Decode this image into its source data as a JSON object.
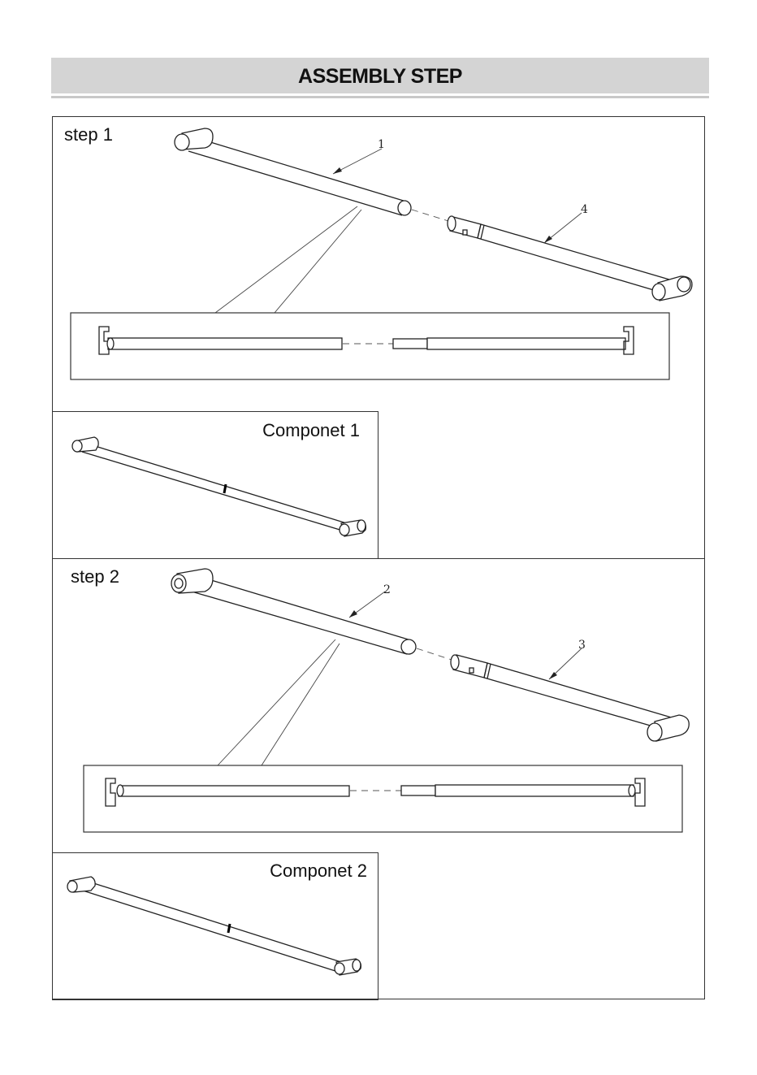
{
  "header": {
    "title": "ASSEMBLY STEP"
  },
  "step1": {
    "label": "step 1",
    "part_a": "1",
    "part_b": "4"
  },
  "component1": {
    "label": "Componet 1"
  },
  "step2": {
    "label": "step 2",
    "part_a": "2",
    "part_b": "3"
  },
  "component2": {
    "label": "Componet 2"
  }
}
